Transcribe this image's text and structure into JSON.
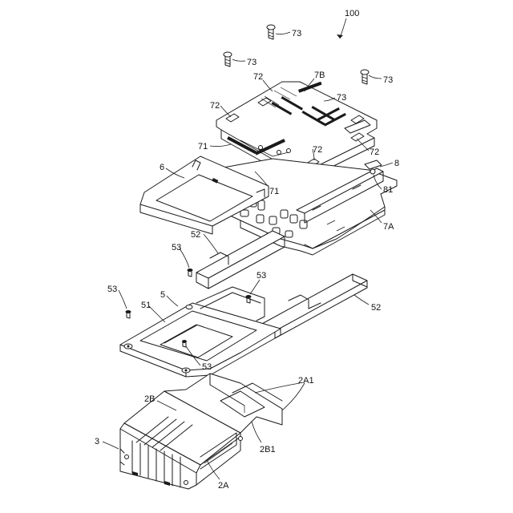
{
  "figure": {
    "labels": {
      "ref_100": "100",
      "screw_73_a": "73",
      "screw_73_b": "73",
      "screw_73_c": "73",
      "screw_73_d": "73",
      "part_72_a": "72",
      "part_72_b": "72",
      "part_72_c": "72",
      "part_72_d": "72",
      "part_7B": "7B",
      "part_71_a": "71",
      "part_71_b": "71",
      "part_6": "6",
      "part_8": "8",
      "part_81": "81",
      "part_7A": "7A",
      "part_52_a": "52",
      "part_52_b": "52",
      "screw_53_a": "53",
      "screw_53_b": "53",
      "screw_53_c": "53",
      "screw_53_d": "53",
      "part_51": "51",
      "part_5": "5",
      "part_2A1": "2A1",
      "part_2B": "2B",
      "part_3": "3",
      "part_2B1": "2B1",
      "part_2A": "2A"
    }
  }
}
